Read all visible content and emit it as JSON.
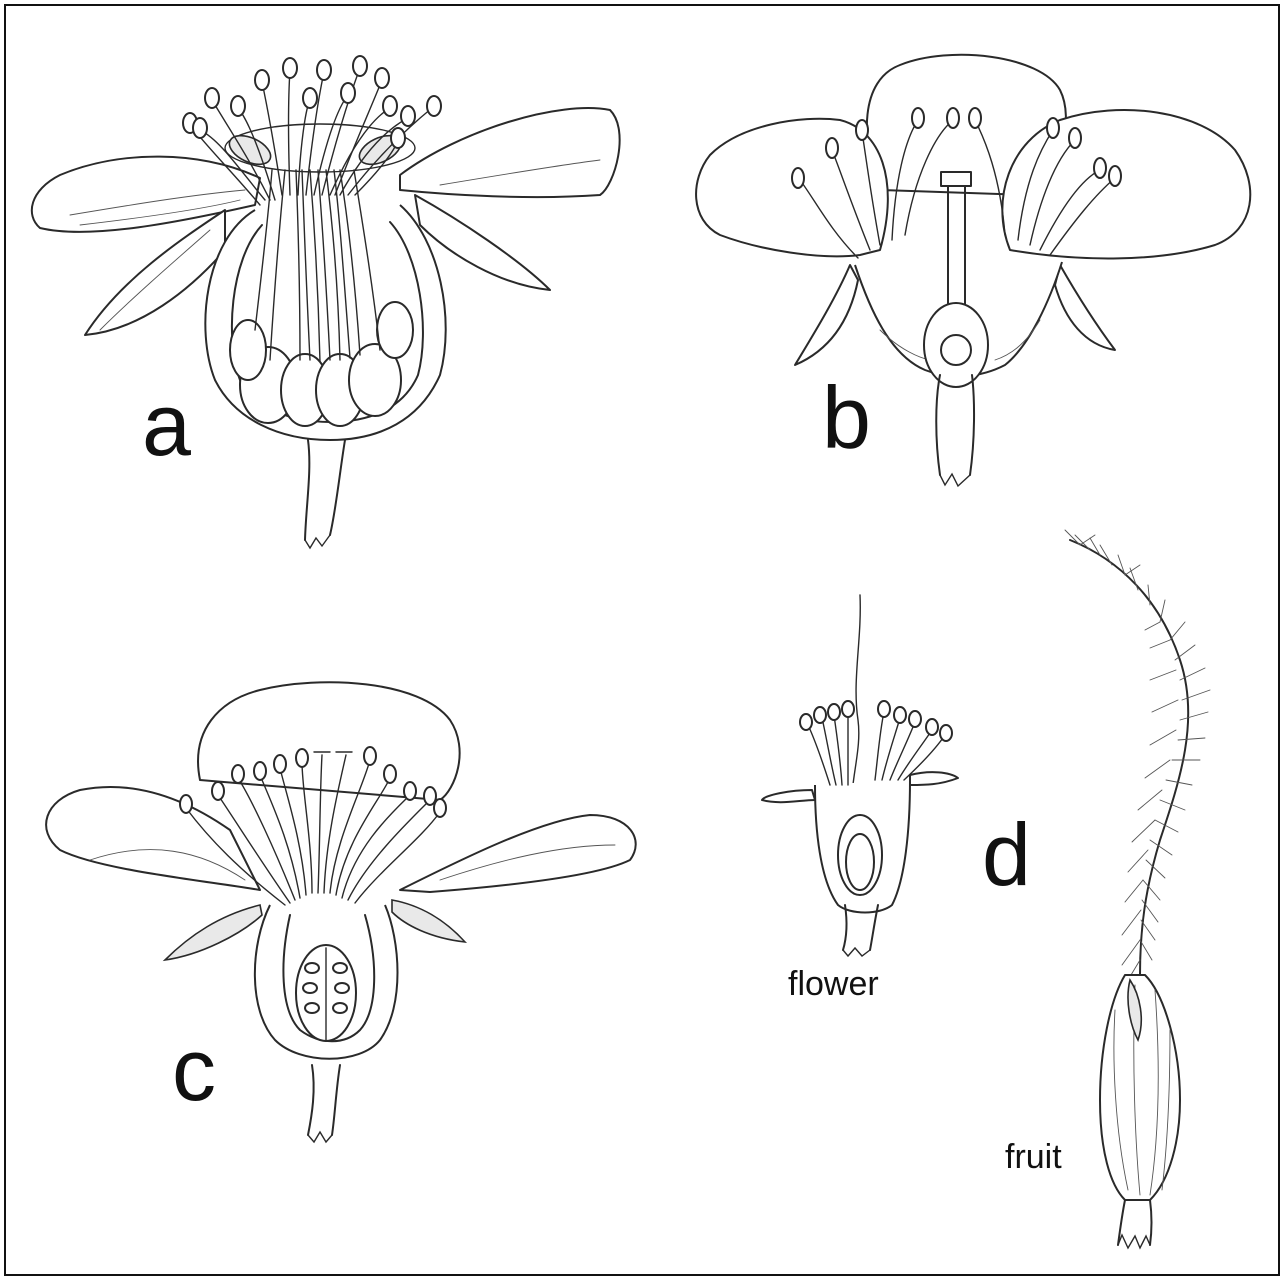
{
  "panels": {
    "a": {
      "label": "a"
    },
    "b": {
      "label": "b"
    },
    "c": {
      "label": "c"
    },
    "d": {
      "label": "d",
      "flower_caption": "flower",
      "fruit_caption": "fruit"
    }
  }
}
